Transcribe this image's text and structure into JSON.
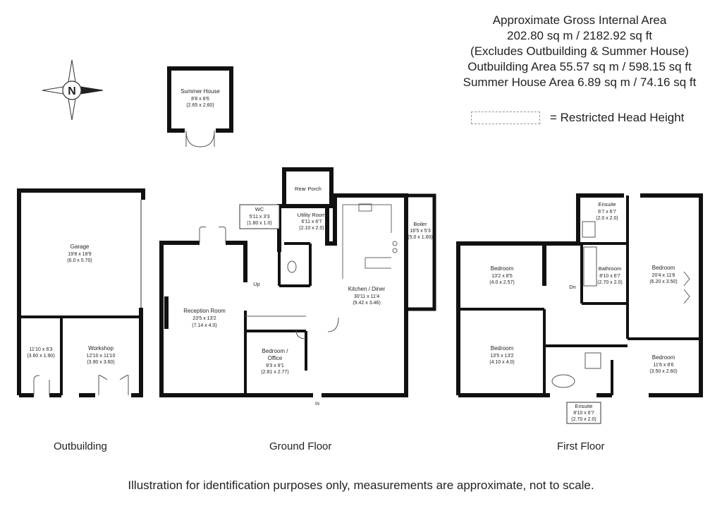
{
  "header": {
    "line1": "Approximate Gross Internal Area",
    "line2": "202.80 sq m / 2182.92 sq ft",
    "line3": "(Excludes Outbuilding & Summer House)",
    "line4": "Outbuilding Area 55.57 sq m / 598.15 sq ft",
    "line5": "Summer House Area 6.89 sq m / 74.16 sq ft"
  },
  "legend": {
    "label": "= Restricted Head Height"
  },
  "compass": {
    "letter": "N"
  },
  "rooms": {
    "summer_house": {
      "name": "Summer House",
      "imperial": "8'8 x 8'6",
      "metric": "(2.65 x 2.60)"
    },
    "garage": {
      "name": "Garage",
      "imperial": "19'8 x 18'9",
      "metric": "(6.0 x 5.70)"
    },
    "store": {
      "imperial": "11'10 x 6'3",
      "metric": "(3.60 x 1.90)"
    },
    "workshop": {
      "name": "Workshop",
      "imperial": "12'10 x 11'10",
      "metric": "(3.90 x 3.60)"
    },
    "wc": {
      "name": "WC",
      "imperial": "5'11 x 3'3",
      "metric": "(1.80 x 1.0)"
    },
    "utility": {
      "name": "Utility Room",
      "imperial": "6'11 x 6'7",
      "metric": "(2.10 x 2.0)"
    },
    "rear_porch": {
      "name": "Rear Porch"
    },
    "boiler": {
      "name": "Boiler",
      "imperial": "16'5 x 5'3",
      "metric": "(5.0 x 1.60)"
    },
    "reception": {
      "name": "Reception Room",
      "imperial": "23'5 x 13'2",
      "metric": "(7.14 x 4.0)"
    },
    "kitchen": {
      "name": "Kitchen / Diner",
      "imperial": "30'11 x 11'4",
      "metric": "(9.42 x 3.46)"
    },
    "bedroom_office": {
      "name1": "Bedroom /",
      "name2": "Office",
      "imperial": "9'3 x 9'1",
      "metric": "(2.81 x 2.77)"
    },
    "ensuite_top": {
      "name": "Ensuite",
      "imperial": "6'7 x 6'7",
      "metric": "(2.0 x 2.0)"
    },
    "bedroom_1": {
      "name": "Bedroom",
      "imperial": "13'2 x 8'5",
      "metric": "(4.0 x 2.57)"
    },
    "bathroom": {
      "name": "Bathroom",
      "imperial": "8'10 x 6'7",
      "metric": "(2.70 x 2.0)"
    },
    "bedroom_2": {
      "name": "Bedroom",
      "imperial": "20'4 x 11'6",
      "metric": "(6.20 x 3.50)"
    },
    "bedroom_3": {
      "name": "Bedroom",
      "imperial": "13'5 x 13'2",
      "metric": "(4.10 x 4.0)"
    },
    "bedroom_4": {
      "name": "Bedroom",
      "imperial": "11'6 x 8'6",
      "metric": "(3.50 x 2.60)"
    },
    "ensuite_bottom": {
      "name": "Ensuite",
      "imperial": "8'10 x 6'7",
      "metric": "(2.70 x 2.0)"
    }
  },
  "markers": {
    "up": "Up",
    "dn": "Dn",
    "in": "IN"
  },
  "floors": {
    "outbuilding": "Outbuilding",
    "ground": "Ground Floor",
    "first": "First Floor"
  },
  "footer": "Illustration for identification purposes only, measurements are approximate, not to scale."
}
